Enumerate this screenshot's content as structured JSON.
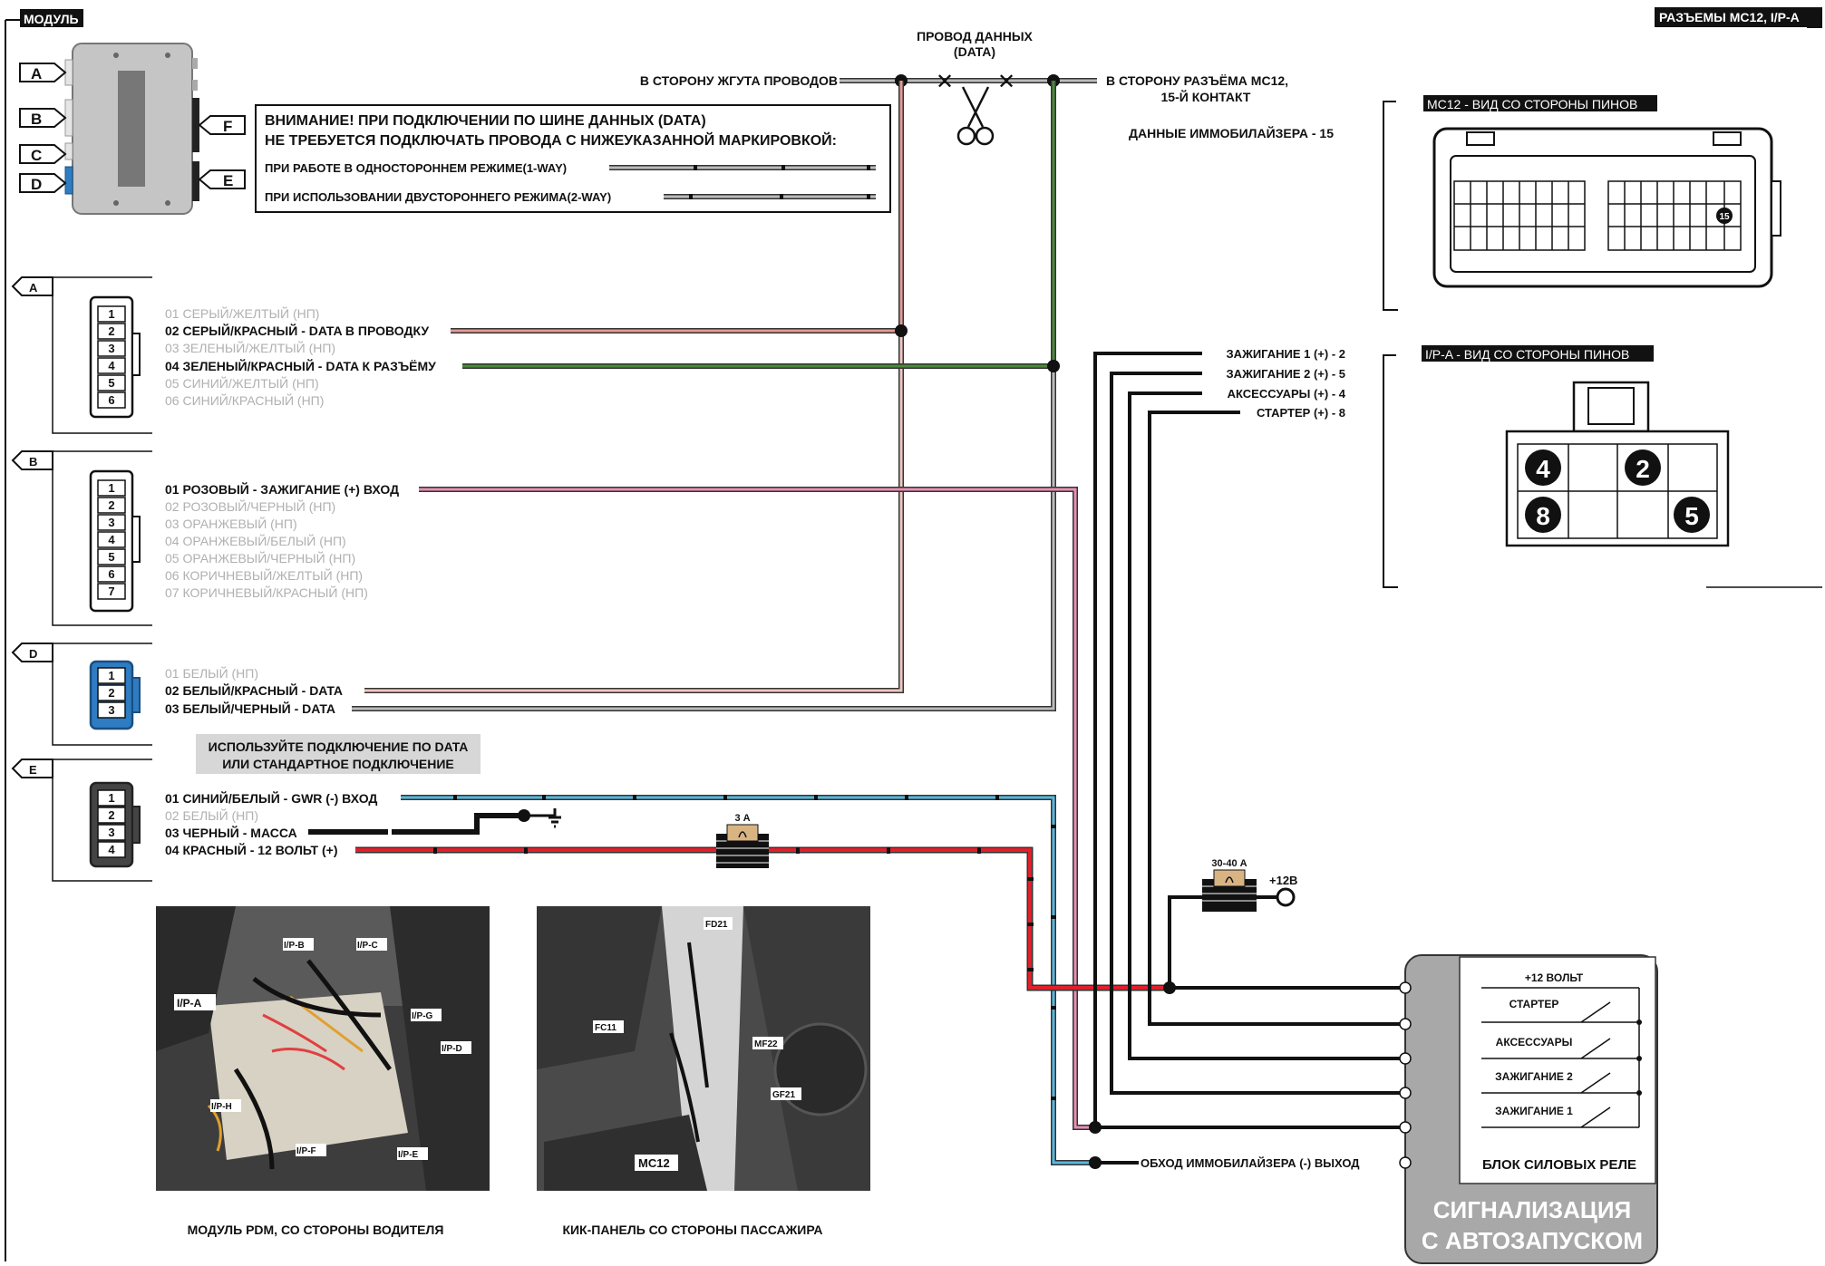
{
  "titles": {
    "module_tag": "МОДУЛЬ",
    "connectors_tag": "РАЗЪЕМЫ MC12, I/P-A"
  },
  "module": {
    "ports": [
      "A",
      "B",
      "C",
      "D",
      "F",
      "E"
    ]
  },
  "data_wire": {
    "title_l1": "ПРОВОД ДАННЫХ",
    "title_l2": "(DATA)",
    "left_label": "В СТОРОНУ ЖГУТА ПРОВОДОВ",
    "right_label_l1": "В СТОРОНУ РАЗЪЁМА MC12,",
    "right_label_l2": "15-Й КОНТАКТ",
    "immo_label": "ДАННЫЕ ИММОБИЛАЙЗЕРА - 15"
  },
  "warning": {
    "line1": "ВНИМАНИЕ! ПРИ ПОДКЛЮЧЕНИИ ПО ШИНЕ ДАННЫХ (DATA)",
    "line2": "НЕ ТРЕБУЕТСЯ ПОДКЛЮЧАТЬ ПРОВОДА С НИЖЕУКАЗАННОЙ МАРКИРОВКОЙ:",
    "mode1": "ПРИ РАБОТЕ В ОДНОСТОРОННЕМ РЕЖИМЕ(1-WAY)",
    "mode2": "ПРИ ИСПОЛЬЗОВАНИИ ДВУСТОРОННЕГО РЕЖИМА(2-WAY)"
  },
  "connector_a": {
    "tag": "A",
    "pins": [
      {
        "n": "1",
        "label": "01 СЕРЫЙ/ЖЕЛТЫЙ (НП)"
      },
      {
        "n": "2",
        "label": "02 СЕРЫЙ/КРАСНЫЙ - DATA В ПРОВОДКУ"
      },
      {
        "n": "3",
        "label": "03 ЗЕЛЕНЫЙ/ЖЕЛТЫЙ (НП)"
      },
      {
        "n": "4",
        "label": "04 ЗЕЛЕНЫЙ/КРАСНЫЙ - DATA К РАЗЪЁМУ"
      },
      {
        "n": "5",
        "label": "05 СИНИЙ/ЖЕЛТЫЙ (НП)"
      },
      {
        "n": "6",
        "label": "06 СИНИЙ/КРАСНЫЙ (НП)"
      }
    ]
  },
  "connector_b": {
    "tag": "B",
    "pins": [
      {
        "n": "1",
        "label": "01 РОЗОВЫЙ - ЗАЖИГАНИЕ (+) ВХОД"
      },
      {
        "n": "2",
        "label": "02 РОЗОВЫЙ/ЧЕРНЫЙ (НП)"
      },
      {
        "n": "3",
        "label": "03 ОРАНЖЕВЫЙ (НП)"
      },
      {
        "n": "4",
        "label": "04 ОРАНЖЕВЫЙ/БЕЛЫЙ (НП)"
      },
      {
        "n": "5",
        "label": "05 ОРАНЖЕВЫЙ/ЧЕРНЫЙ (НП)"
      },
      {
        "n": "6",
        "label": "06 КОРИЧНЕВЫЙ/ЖЕЛТЫЙ (НП)"
      },
      {
        "n": "7",
        "label": "07 КОРИЧНЕВЫЙ/КРАСНЫЙ (НП)"
      }
    ]
  },
  "connector_d": {
    "tag": "D",
    "pins": [
      {
        "n": "1",
        "label": "01 БЕЛЫЙ (НП)"
      },
      {
        "n": "2",
        "label": "02 БЕЛЫЙ/КРАСНЫЙ - DATA"
      },
      {
        "n": "3",
        "label": "03 БЕЛЫЙ/ЧЕРНЫЙ - DATA"
      }
    ]
  },
  "connector_e": {
    "tag": "E",
    "pins": [
      {
        "n": "1",
        "label": "01 СИНИЙ/БЕЛЫЙ - GWR (-) ВХОД"
      },
      {
        "n": "2",
        "label": "02 БЕЛЫЙ (НП)"
      },
      {
        "n": "3",
        "label": "03 ЧЕРНЫЙ - МАССА"
      },
      {
        "n": "4",
        "label": "04 КРАСНЫЙ - 12 ВОЛЬТ (+)"
      }
    ]
  },
  "note": {
    "line1": "ИСПОЛЬЗУЙТЕ  ПОДКЛЮЧЕНИЕ ПО DATA",
    "line2": "ИЛИ  СТАНДАРТНОЕ ПОДКЛЮЧЕНИЕ"
  },
  "fuses": {
    "small": "3 А",
    "large": "30-40 А",
    "plus12": "+12В"
  },
  "ignition_outputs": [
    "ЗАЖИГАНИЕ 1 (+) - 2",
    "ЗАЖИГАНИЕ 2 (+) - 5",
    "АКСЕССУАРЫ (+) - 4",
    "СТАРТЕР (+) - 8"
  ],
  "bypass_label": "ОБХОД ИММОБИЛАЙЗЕРА (-) ВЫХОД",
  "relay_block": {
    "plus12": "+12 ВОЛЬТ",
    "items": [
      "СТАРТЕР",
      "АКСЕССУАРЫ",
      "ЗАЖИГАНИЕ 2",
      "ЗАЖИГАНИЕ 1"
    ],
    "block_label": "БЛОК СИЛОВЫХ РЕЛЕ",
    "alarm_l1": "СИГНАЛИЗАЦИЯ",
    "alarm_l2": "С АВТОЗАПУСКОМ"
  },
  "mc12_view": {
    "title": "MC12 - ВИД СО СТОРОНЫ ПИНОВ",
    "pin": "15"
  },
  "ipa_view": {
    "title": "I/P-A - ВИД СО СТОРОНЫ ПИНОВ",
    "pins": [
      "4",
      "2",
      "8",
      "5"
    ]
  },
  "photos": {
    "left_caption": "МОДУЛЬ PDM, СО СТОРОНЫ ВОДИТЕЛЯ",
    "right_caption": "КИК-ПАНЕЛЬ СО СТОРОНЫ ПАССАЖИРА",
    "left_labels": [
      "I/P-A",
      "I/P-B",
      "I/P-C",
      "I/P-G",
      "I/P-D",
      "I/P-H",
      "I/P-F",
      "I/P-E"
    ],
    "right_labels": [
      "FD21",
      "FC11",
      "MF22",
      "GF21",
      "MC12"
    ]
  }
}
